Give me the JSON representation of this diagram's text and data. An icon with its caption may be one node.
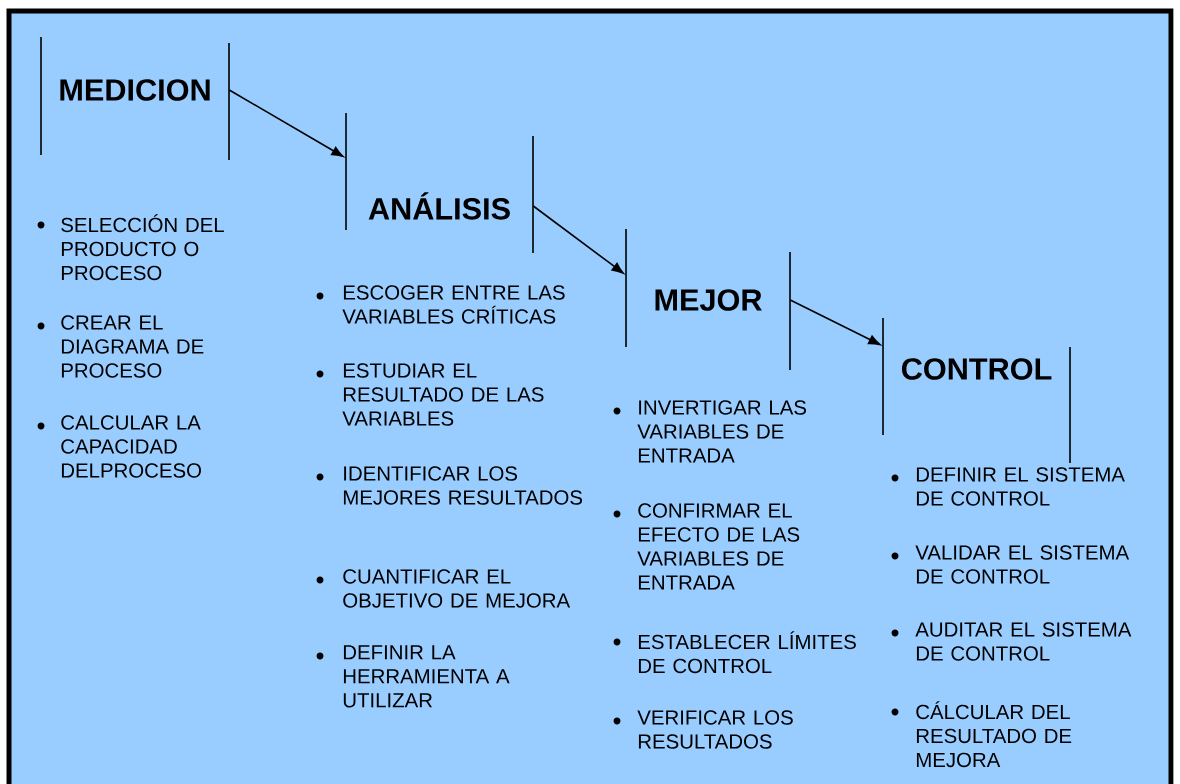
{
  "diagram": {
    "nodes": [
      {
        "text": [
          "MEDICION"
        ]
      },
      {
        "text": [
          "ANÁLISIS"
        ]
      },
      {
        "text": [
          "MEJOR"
        ]
      },
      {
        "text": [
          "CONTROL"
        ]
      }
    ],
    "edges": [
      {
        "from": 0,
        "to": 1,
        "arrow": "to"
      },
      {
        "from": 1,
        "to": 2,
        "arrow": "to"
      },
      {
        "from": 2,
        "to": 3,
        "arrow": "to"
      }
    ],
    "labels": [
      "SELECCIÓN DEL PRODUCTO O PROCESO",
      "CREAR EL DIAGRAMA DE PROCESO",
      "CALCULAR LA CAPACIDAD DELPROCESO",
      "ESCOGER ENTRE LAS VARIABLES CRÍTICAS",
      "ESTUDIAR EL RESULTADO DE LAS VARIABLES",
      "IDENTIFICAR LOS MEJORES RESULTADOS",
      "CUANTIFICAR EL OBJETIVO DE MEJORA",
      "DEFINIR LA HERRAMIENTA A UTILIZAR",
      "INVERTIGAR LAS VARIABLES DE ENTRADA",
      "CONFIRMAR EL EFECTO DE LAS VARIABLES DE ENTRADA",
      "ESTABLECER LÍMITES DE CONTROL",
      "VERIFICAR LOS RESULTADOS",
      "DEFINIR EL SISTEMA DE CONTROL",
      "VALIDAR EL SISTEMA DE CONTROL",
      "AUDITAR EL SISTEMA DE CONTROL",
      "CÁLCULAR DEL RESULTADO DE MEJORA"
    ]
  }
}
